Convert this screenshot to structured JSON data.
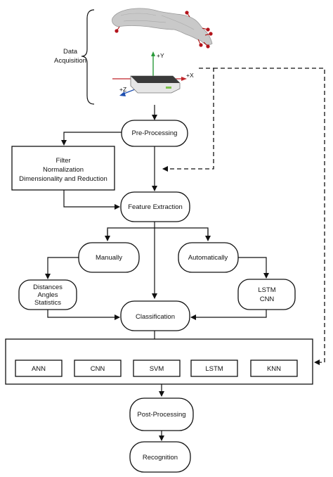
{
  "data_acquisition": {
    "label_line1": "Data",
    "label_line2": "Acquisition",
    "device_axes": {
      "y": "+Y",
      "x": "+X",
      "z": "+Z"
    }
  },
  "nodes": {
    "pre_processing": "Pre-Processing",
    "filter_box": {
      "line1": "Filter",
      "line2": "Normalization",
      "line3": "Dimensionality and Reduction"
    },
    "feature_extraction": "Feature Extraction",
    "manually": "Manually",
    "automatically": "Automatically",
    "manual_features": {
      "line1": "Distances",
      "line2": "Angles",
      "line3": "Statistics"
    },
    "auto_features": {
      "line1": "LSTM",
      "line2": "CNN"
    },
    "classification": "Classification",
    "classifiers": [
      "ANN",
      "CNN",
      "SVM",
      "LSTM",
      "KNN"
    ],
    "post_processing": "Post-Processing",
    "recognition": "Recognition"
  }
}
